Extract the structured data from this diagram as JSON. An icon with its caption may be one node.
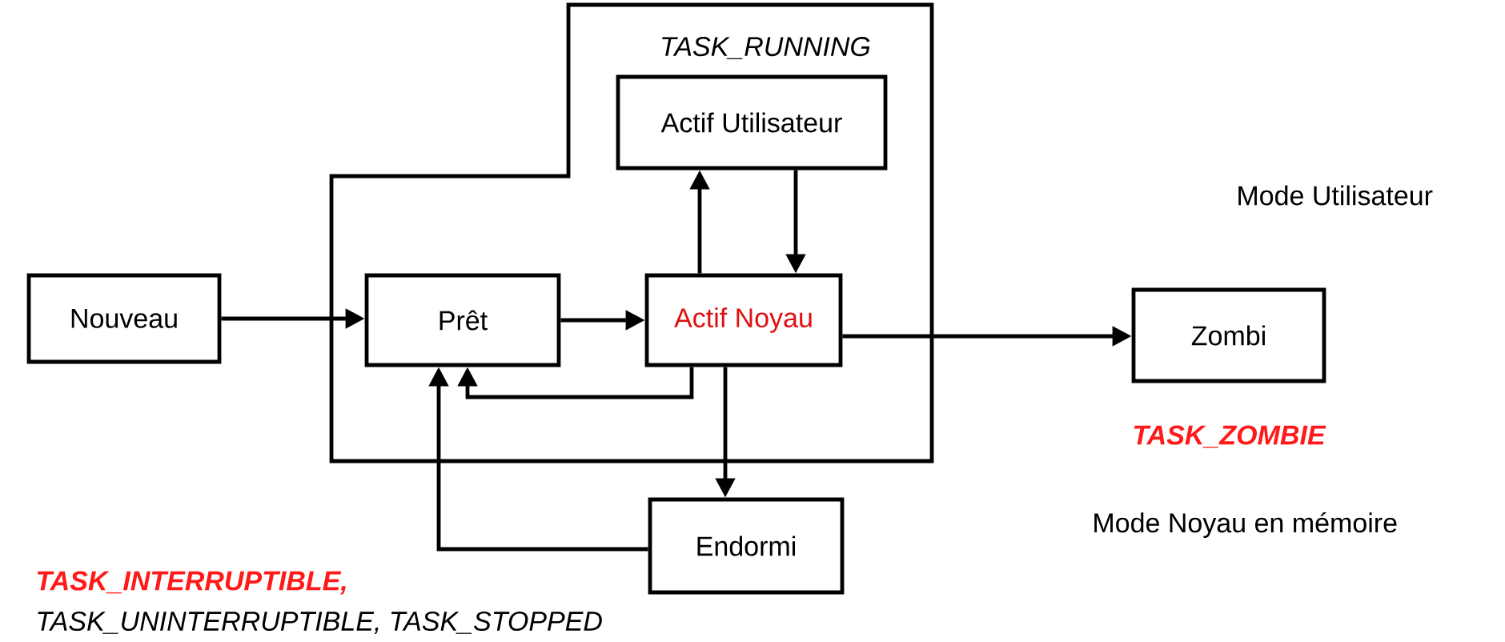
{
  "diagram": {
    "nodes": [
      {
        "text": [
          "TASK_RUNNING"
        ]
      },
      {
        "text": [
          "Nouveau"
        ]
      },
      {
        "text": [
          "Prêt"
        ],
        "in": 0
      },
      {
        "text": [
          "Actif Utilisateur"
        ],
        "in": 0
      },
      {
        "text": [
          "Actif Noyau"
        ],
        "in": 0
      },
      {
        "text": [
          "Zombi"
        ],
        "beside": [
          "TASK_ZOMBIE"
        ]
      },
      {
        "text": [
          "Endormi"
        ]
      }
    ],
    "edges": [
      {
        "from": 1,
        "to": 2,
        "arrow": "to"
      },
      {
        "from": 2,
        "to": 4,
        "arrow": "to"
      },
      {
        "from": 4,
        "to": 3,
        "arrow": "to"
      },
      {
        "from": 3,
        "to": 4,
        "arrow": "to"
      },
      {
        "from": 4,
        "to": 2,
        "arrow": "to"
      },
      {
        "from": 4,
        "to": 6,
        "arrow": "to"
      },
      {
        "from": 6,
        "to": 2,
        "arrow": "to"
      },
      {
        "from": 4,
        "to": 5,
        "arrow": "to"
      }
    ],
    "labels": [
      "Mode Utilisateur",
      "Mode Noyau en mémoire",
      "TASK_INTERRUPTIBLE,",
      "TASK_UNINTERRUPTIBLE, TASK_STOPPED"
    ]
  }
}
